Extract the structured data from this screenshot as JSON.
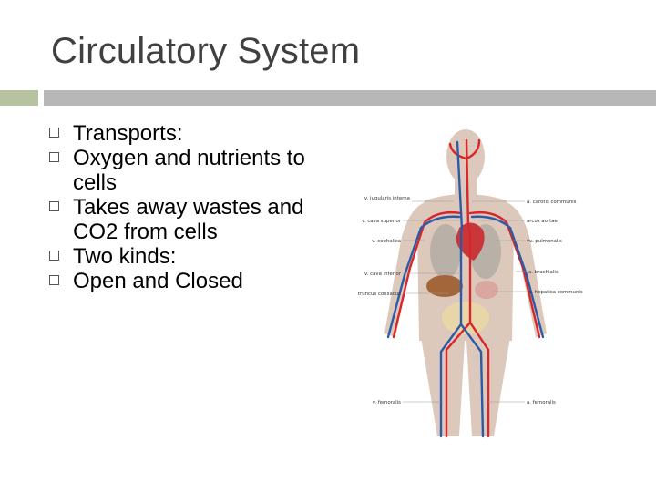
{
  "slide": {
    "title": "Circulatory System",
    "bullets": [
      "Transports:",
      "Oxygen and nutrients to cells",
      "Takes away wastes and CO2 from cells",
      "Two kinds:",
      "Open and Closed"
    ]
  },
  "diagram": {
    "left_labels": [
      "v. jugularis interna",
      "v. cava superior",
      "v. cephalica",
      "v. cava inferior",
      "truncus coeliacus",
      "v. femoralis"
    ],
    "right_labels": [
      "a. carotis communis",
      "arcus aortae",
      "vv. pulmonalis",
      "a. brachialis",
      "a. hepatica communis",
      "a. femoralis"
    ]
  },
  "colors": {
    "accent_bar": "#b6c2a0",
    "rule_bar": "#b7b7b7",
    "artery": "#d9262b",
    "vein": "#2c5aa6",
    "skin": "#dcc9bb"
  }
}
